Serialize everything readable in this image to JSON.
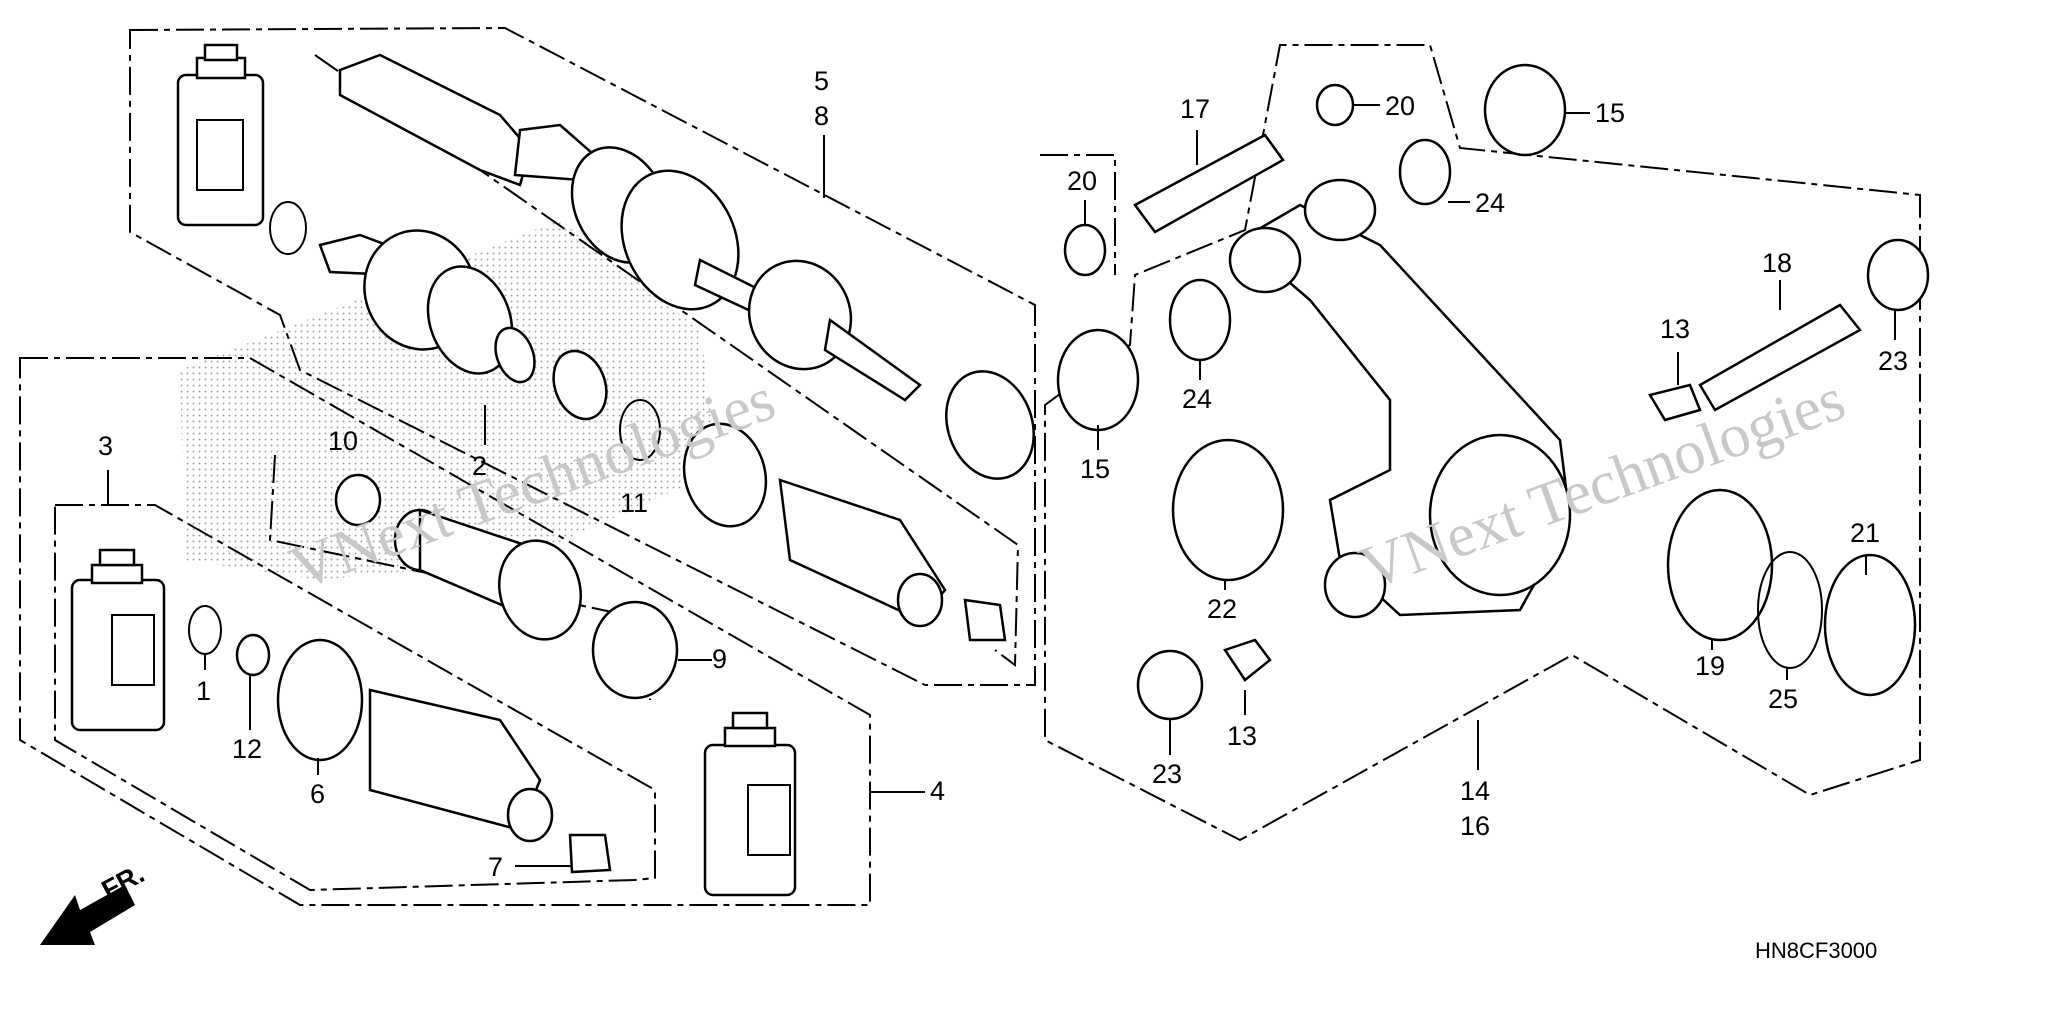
{
  "diagram": {
    "code": "HN8CF3000",
    "front_label": "FR.",
    "watermark": "VNext Technologies",
    "callouts": [
      {
        "id": "c5",
        "text": "5"
      },
      {
        "id": "c8",
        "text": "8"
      },
      {
        "id": "c3",
        "text": "3"
      },
      {
        "id": "c10",
        "text": "10"
      },
      {
        "id": "c2",
        "text": "2"
      },
      {
        "id": "c11",
        "text": "11"
      },
      {
        "id": "c1",
        "text": "1"
      },
      {
        "id": "c12",
        "text": "12"
      },
      {
        "id": "c6",
        "text": "6"
      },
      {
        "id": "c9",
        "text": "9"
      },
      {
        "id": "c7",
        "text": "7"
      },
      {
        "id": "c4",
        "text": "4"
      },
      {
        "id": "c20a",
        "text": "20"
      },
      {
        "id": "c17",
        "text": "17"
      },
      {
        "id": "c20b",
        "text": "20"
      },
      {
        "id": "c15a",
        "text": "15"
      },
      {
        "id": "c24a",
        "text": "24"
      },
      {
        "id": "c24b",
        "text": "24"
      },
      {
        "id": "c15b",
        "text": "15"
      },
      {
        "id": "c22",
        "text": "22"
      },
      {
        "id": "c13a",
        "text": "13"
      },
      {
        "id": "c23a",
        "text": "23"
      },
      {
        "id": "c18",
        "text": "18"
      },
      {
        "id": "c13b",
        "text": "13"
      },
      {
        "id": "c23b",
        "text": "23"
      },
      {
        "id": "c21",
        "text": "21"
      },
      {
        "id": "c19",
        "text": "19"
      },
      {
        "id": "c25",
        "text": "25"
      },
      {
        "id": "c14",
        "text": "14"
      },
      {
        "id": "c16",
        "text": "16"
      }
    ]
  }
}
